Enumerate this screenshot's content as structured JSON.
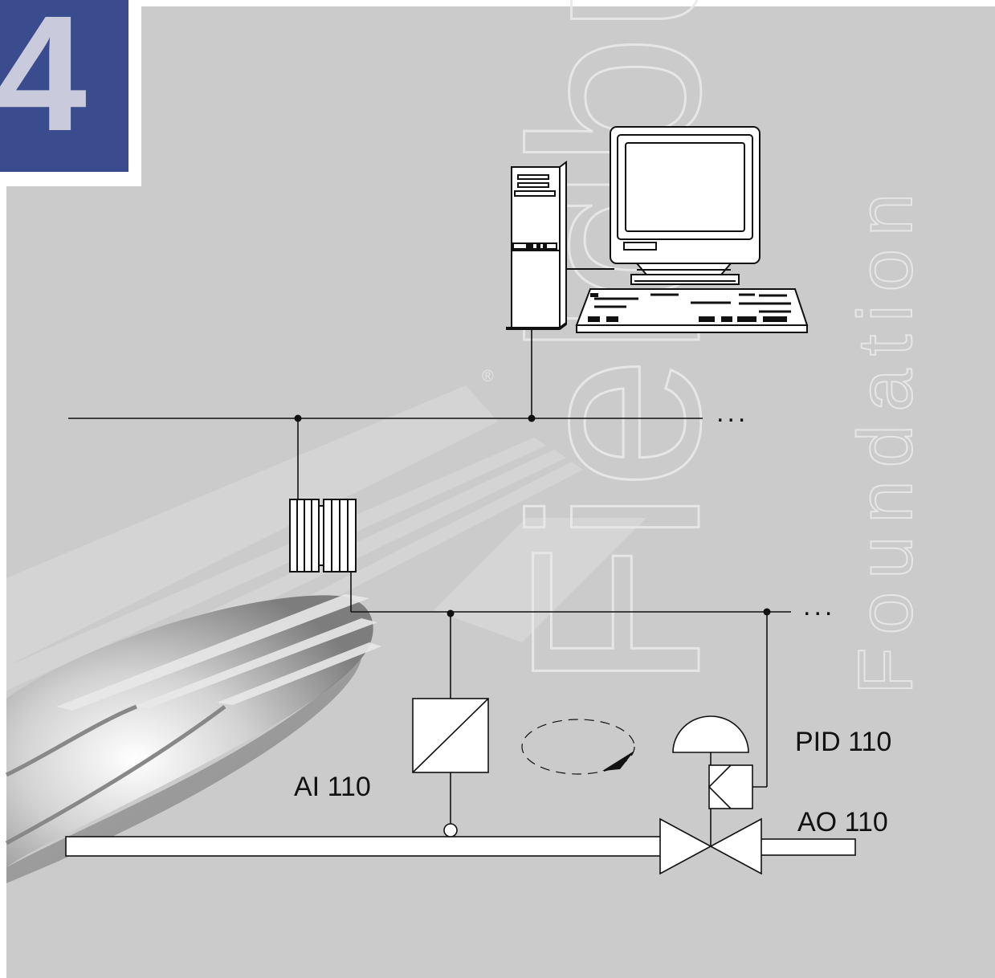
{
  "chapter": {
    "number": "4"
  },
  "watermark": {
    "word": "Fieldbus",
    "sub": "Foundation",
    "registered": "®"
  },
  "labels": {
    "ai": "AI 110",
    "pid": "PID 110",
    "ao": "AO 110"
  },
  "bus": {
    "continuation": "..."
  },
  "colors": {
    "background": "#cbcbcb",
    "chapter_box": "#3a4b8e",
    "chapter_text": "#c9cadc",
    "line": "#111111",
    "pipe": "#ffffff"
  }
}
